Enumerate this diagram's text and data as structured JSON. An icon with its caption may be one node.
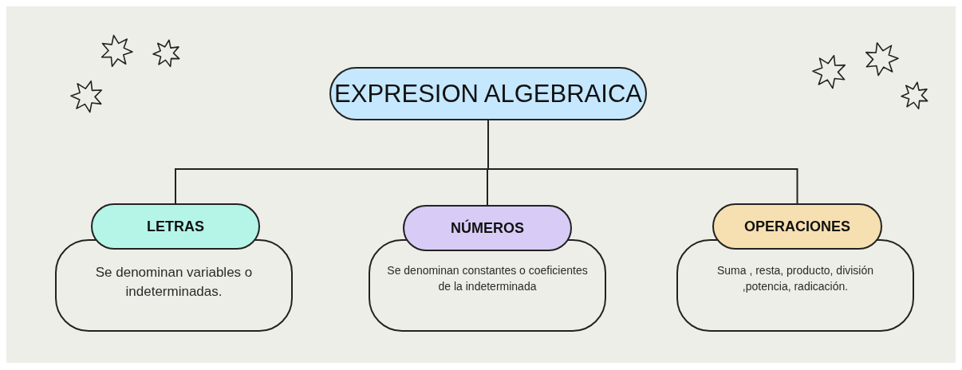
{
  "diagram": {
    "nodes": [
      {
        "text": [
          "EXPRESION ALGEBRAICA"
        ]
      },
      {
        "text": [
          "LETRAS"
        ]
      },
      {
        "text": [
          "Se denominan variables o indeterminadas."
        ]
      },
      {
        "text": [
          "NÚMEROS"
        ]
      },
      {
        "text": [
          "Se denominan constantes o coeficientes de la indeterminada"
        ]
      },
      {
        "text": [
          "OPERACIONES"
        ]
      },
      {
        "text": [
          "Suma , resta, producto, división ,potencia, radicación."
        ]
      }
    ],
    "edges": [
      {
        "from": 0,
        "to": 1,
        "arrow": "none"
      },
      {
        "from": 0,
        "to": 3,
        "arrow": "none"
      },
      {
        "from": 0,
        "to": 5,
        "arrow": "none"
      }
    ]
  }
}
